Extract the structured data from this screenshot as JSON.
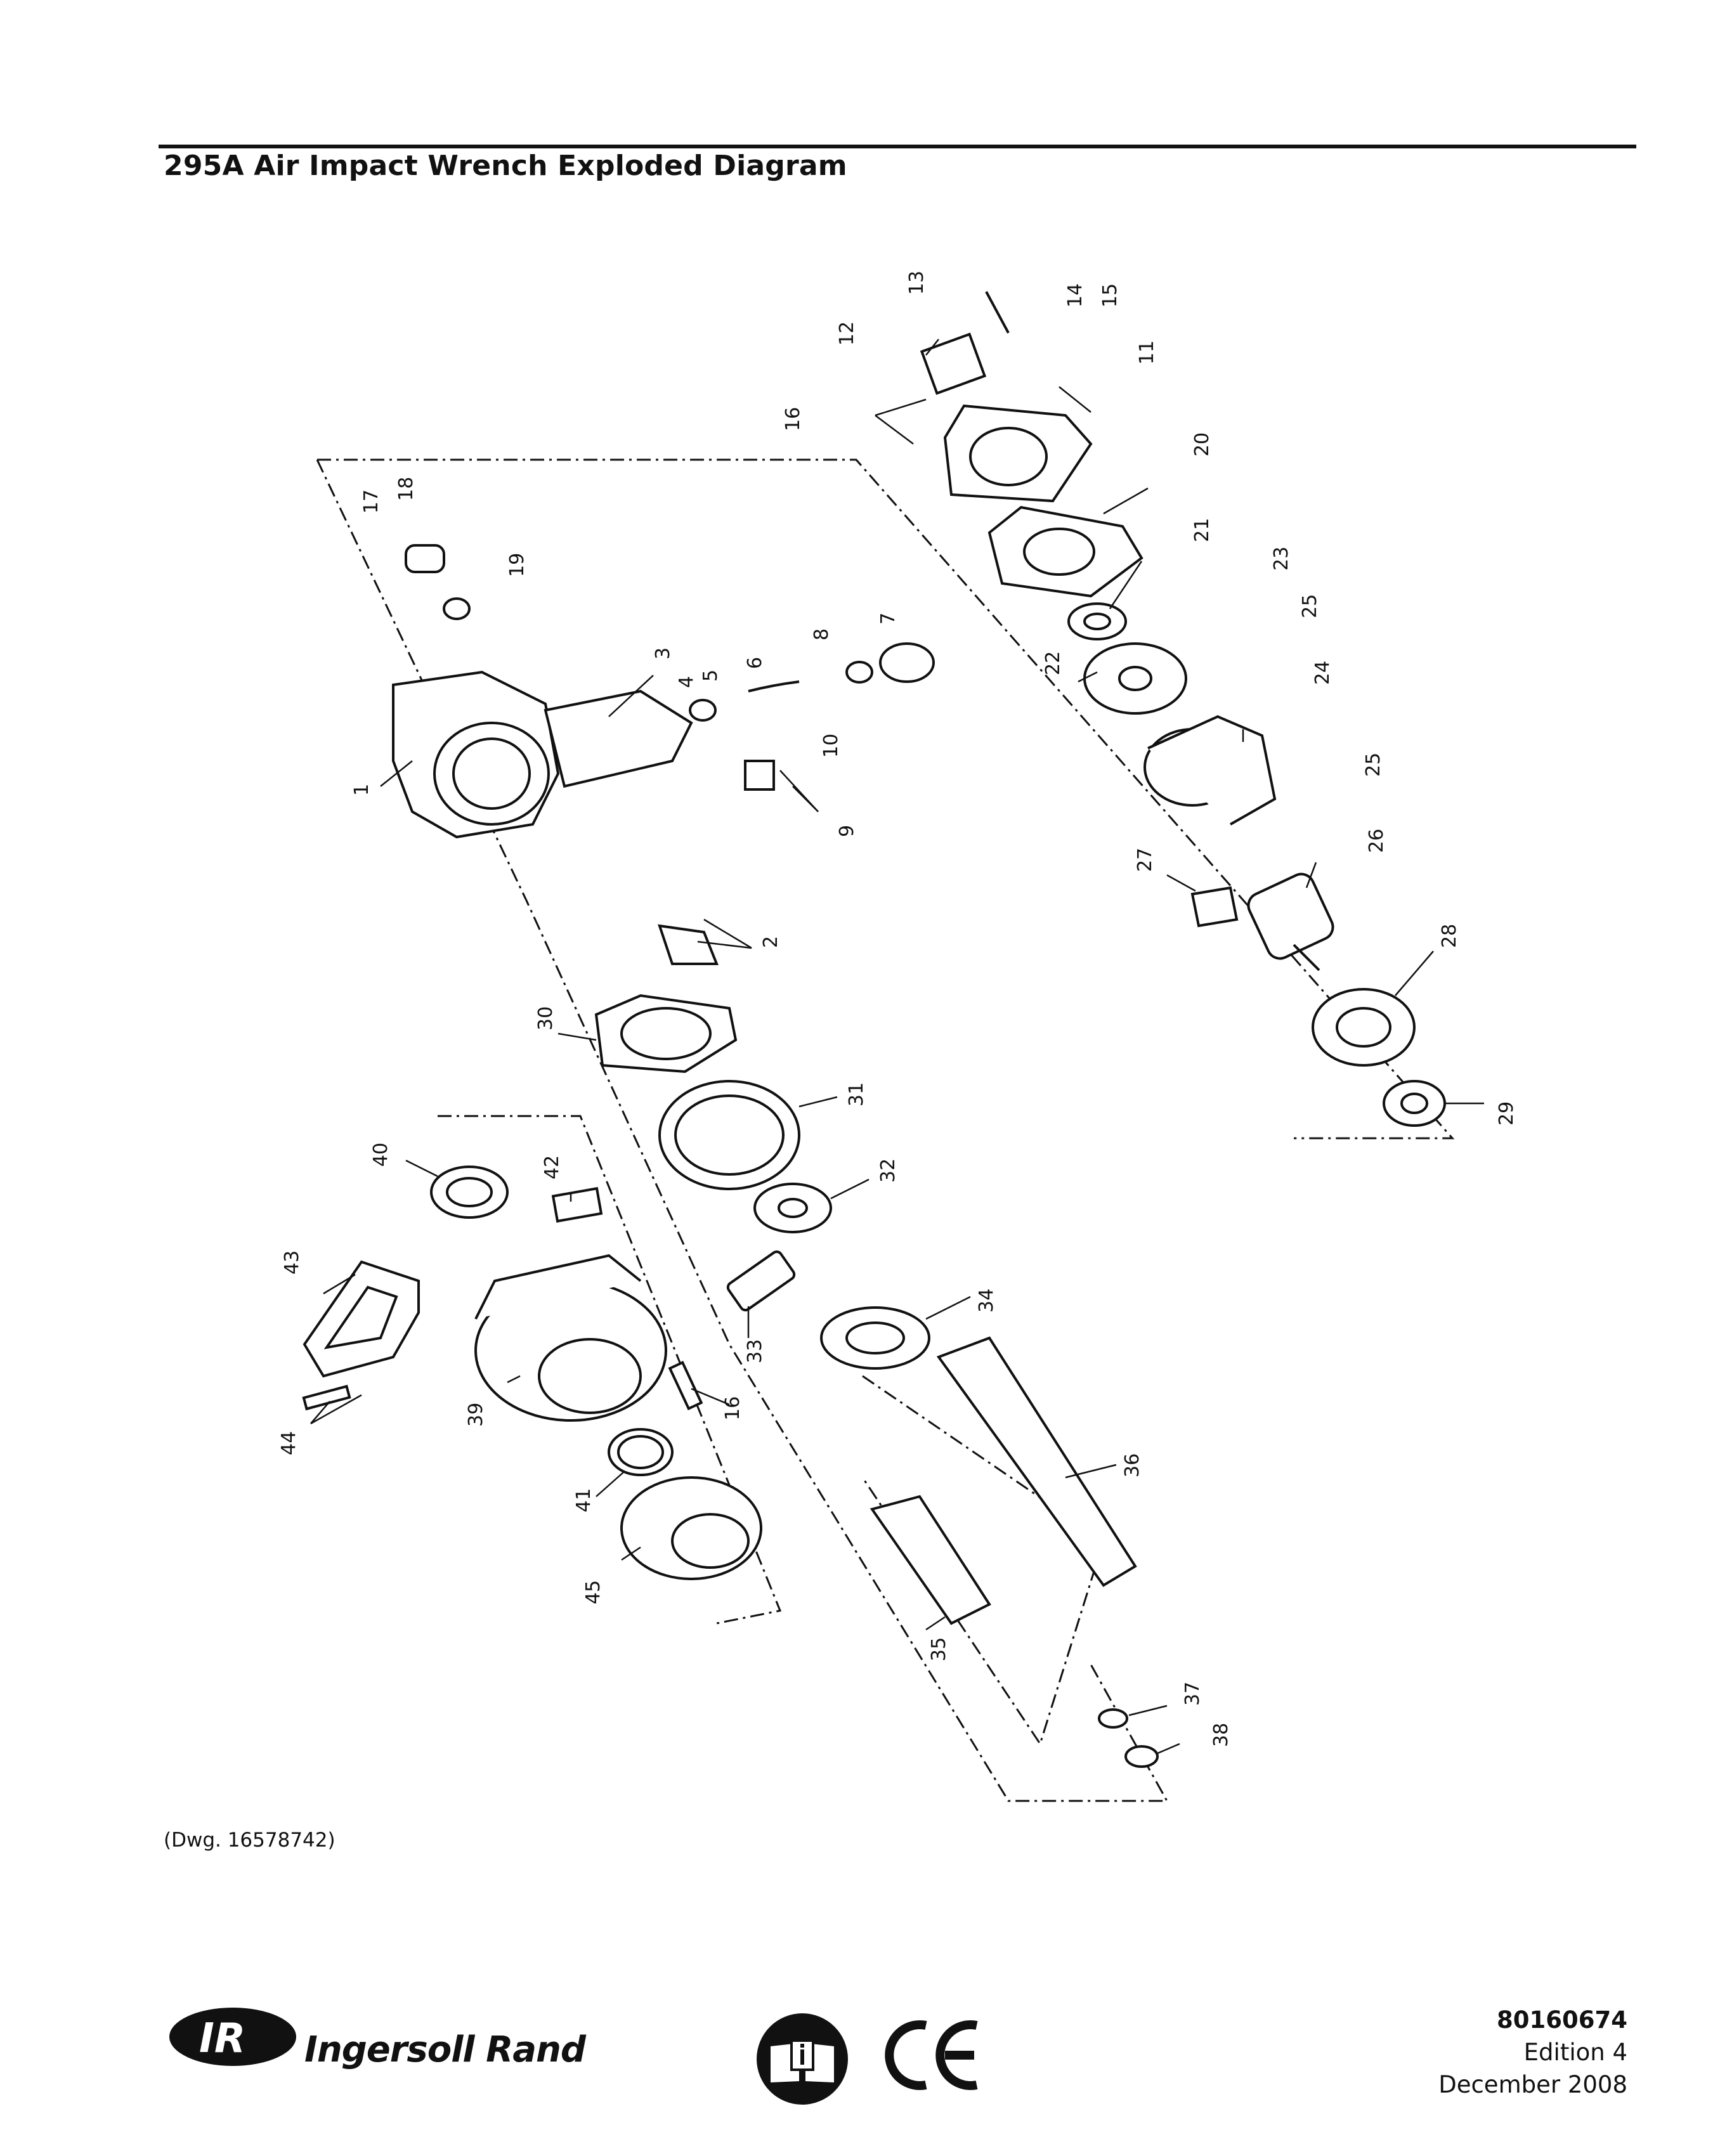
{
  "header": {
    "title": "295A Air Impact Wrench Exploded Diagram"
  },
  "diagram": {
    "callouts": [
      "1",
      "2",
      "3",
      "4",
      "5",
      "6",
      "7",
      "8",
      "9",
      "10",
      "11",
      "12",
      "13",
      "14",
      "15",
      "16",
      "17",
      "18",
      "19",
      "20",
      "21",
      "22",
      "23",
      "24",
      "25",
      "26",
      "27",
      "28",
      "29",
      "30",
      "31",
      "32",
      "33",
      "34",
      "35",
      "36",
      "37",
      "38",
      "39",
      "40",
      "41",
      "42",
      "43",
      "44",
      "45"
    ],
    "drawing_number": "(Dwg. 16578742)"
  },
  "footer": {
    "brand": "Ingersoll Rand",
    "logo_letters": "IR",
    "document_number": "80160674",
    "edition": "Edition 4",
    "date": "December 2008"
  }
}
